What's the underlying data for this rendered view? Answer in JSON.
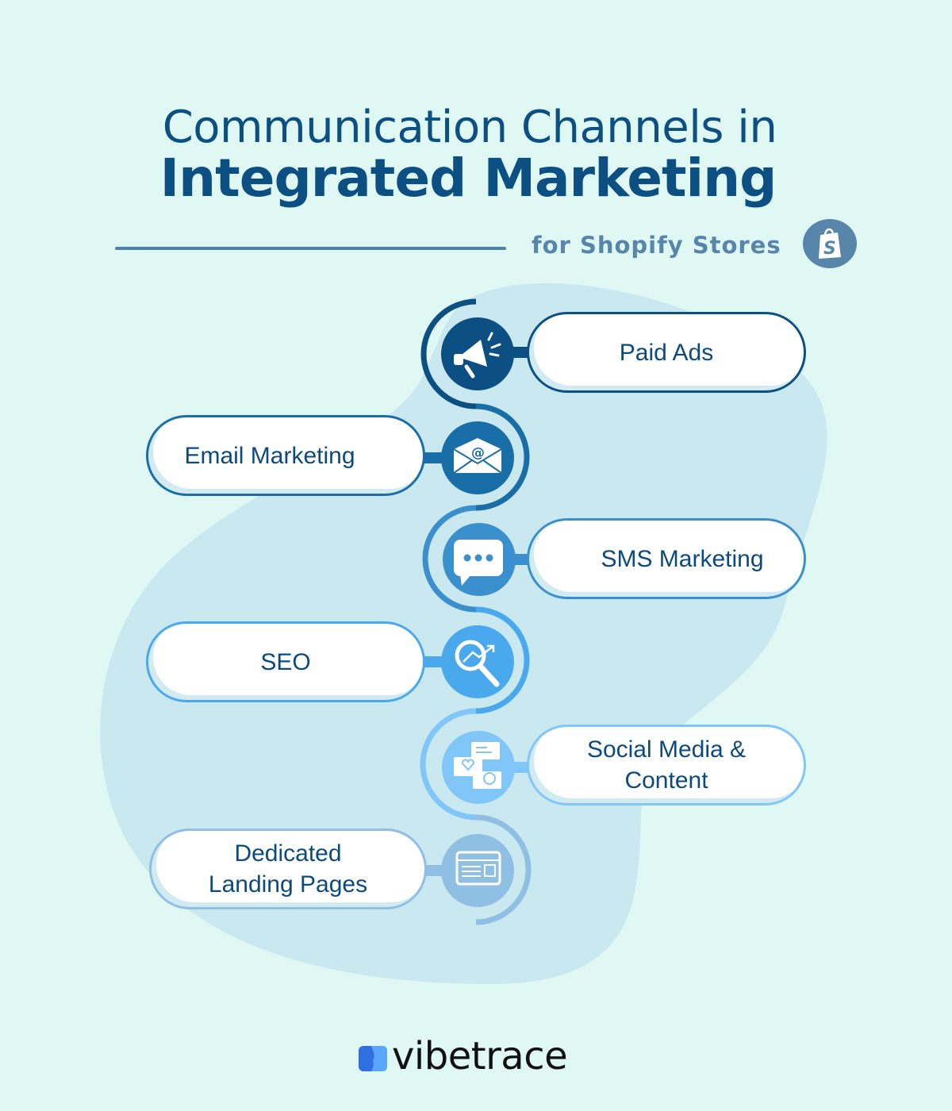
{
  "header": {
    "title_line1": "Communication Channels in",
    "title_line2": "Integrated Marketing",
    "subtitle": "for Shopify Stores",
    "badge_icon": "shopify-bag-icon"
  },
  "channels": [
    {
      "label_lines": [
        "Paid Ads"
      ],
      "icon": "megaphone-icon",
      "side": "right",
      "color": "#0b4f83"
    },
    {
      "label_lines": [
        "Email Marketing"
      ],
      "icon": "envelope-at-icon",
      "side": "left",
      "color": "#1a6ea8"
    },
    {
      "label_lines": [
        "SMS Marketing"
      ],
      "icon": "chat-bubble-icon",
      "side": "right",
      "color": "#3a8fcd"
    },
    {
      "label_lines": [
        "SEO"
      ],
      "icon": "magnifier-growth-icon",
      "side": "left",
      "color": "#4aa9ec"
    },
    {
      "label_lines": [
        "Social Media &",
        "Content"
      ],
      "icon": "social-messages-icon",
      "side": "right",
      "color": "#80c6f8"
    },
    {
      "label_lines": [
        "Dedicated",
        "Landing Pages"
      ],
      "icon": "webpage-icon",
      "side": "left",
      "color": "#90bfe4"
    }
  ],
  "footer": {
    "brand": "vibetrace",
    "brand_colors": [
      "#2f6fe0",
      "#5aa6ff"
    ]
  },
  "colors": {
    "background": "#e0f8f4",
    "blob": "#cae8f0",
    "title": "#0b4f83",
    "subtitle": "#5886aa"
  }
}
